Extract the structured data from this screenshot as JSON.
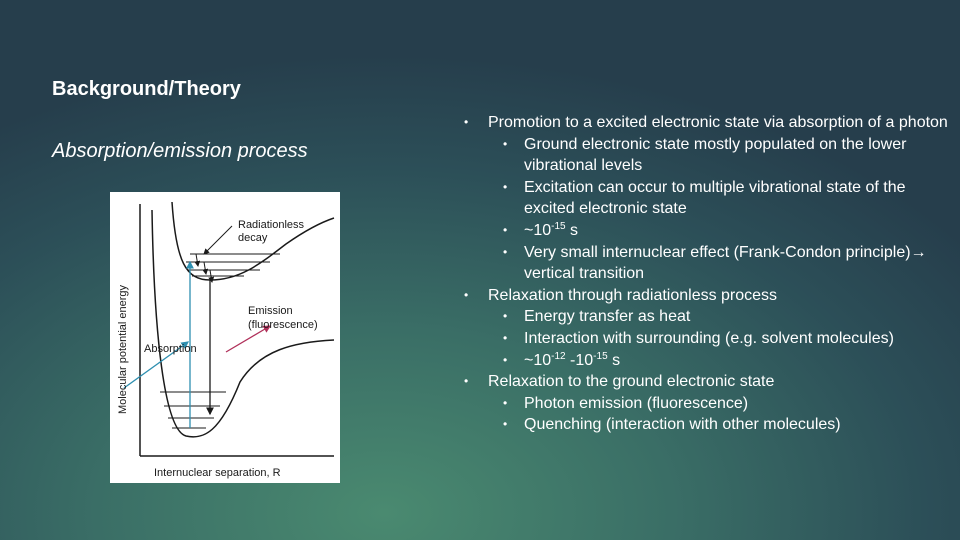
{
  "slide": {
    "title": "Background/Theory",
    "subtitle": "Absorption/emission process"
  },
  "figure": {
    "y_axis_label": "Molecular potential energy",
    "x_axis_label": "Internuclear separation, R",
    "label_radiationless": "Radiationless",
    "label_decay": "decay",
    "label_emission": "Emission",
    "label_fluorescence": "(fluorescence)",
    "label_absorption": "Absorption",
    "colors": {
      "curve": "#1a1a1a",
      "absorption_arrow": "#2e8fb0",
      "emission_arrow": "#b0305a"
    }
  },
  "bullets": {
    "b1": "Promotion to a excited electronic state via absorption of a photon",
    "b1_1": "Ground electronic state mostly populated on the lower vibrational levels",
    "b1_2": "Excitation can occur to multiple vibrational state of the excited electronic state",
    "b1_3_prefix": "~10",
    "b1_3_exp": "-15",
    "b1_3_suffix": " s",
    "b1_4_a": "Very small internuclear effect (Frank-Condon principle)",
    "b1_4_arrow": "→",
    "b1_4_b": " vertical transition",
    "b2": "Relaxation through radiationless process",
    "b2_1": "Energy transfer as heat",
    "b2_2": "Interaction with surrounding (e.g. solvent molecules)",
    "b2_3_a": "~10",
    "b2_3_exp1": "-12",
    "b2_3_b": " -10",
    "b2_3_exp2": "-15",
    "b2_3_c": " s",
    "b3": "Relaxation to the ground electronic state",
    "b3_1": "Photon emission (fluorescence)",
    "b3_2": "Quenching (interaction with other molecules)"
  }
}
